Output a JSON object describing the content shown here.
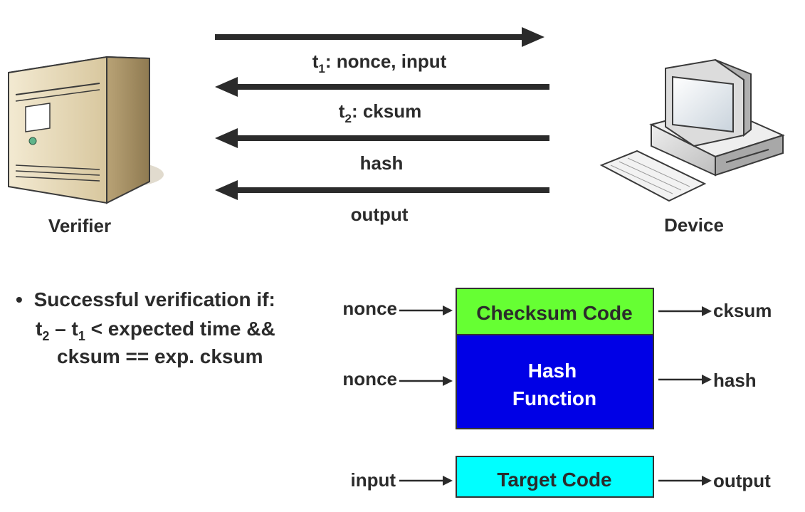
{
  "protocol": {
    "verifier_label": "Verifier",
    "device_label": "Device",
    "messages": [
      {
        "prefix": "t",
        "sub": "1",
        "text": ": nonce, input",
        "direction": "to-device"
      },
      {
        "prefix": "t",
        "sub": "2",
        "text": ": cksum",
        "direction": "to-verifier"
      },
      {
        "prefix": "",
        "sub": "",
        "text": "hash",
        "direction": "to-verifier"
      },
      {
        "prefix": "",
        "sub": "",
        "text": "output",
        "direction": "to-verifier"
      }
    ]
  },
  "condition": {
    "bullet": "•",
    "line1": "Successful verification if:",
    "line2_t2": "t",
    "line2_t2_sub": "2",
    "line2_mid": " – t",
    "line2_t1_sub": "1",
    "line2_rest": " < expected time &&",
    "line3": "cksum == exp. cksum"
  },
  "blocks": {
    "checksum": {
      "label": "Checksum Code",
      "input": "nonce",
      "output": "cksum",
      "color": "#66ff33"
    },
    "hash": {
      "label_line1": "Hash",
      "label_line2": "Function",
      "input": "nonce",
      "output": "hash",
      "color": "#0000e6"
    },
    "target": {
      "label": "Target Code",
      "input": "input",
      "output": "output",
      "color": "#00ffff"
    }
  },
  "colors": {
    "arrow": "#2b2b2b",
    "text": "#2b2b2b",
    "block_border": "#333333"
  },
  "icons": {
    "verifier": "server-tower-icon",
    "device": "desktop-computer-icon"
  }
}
